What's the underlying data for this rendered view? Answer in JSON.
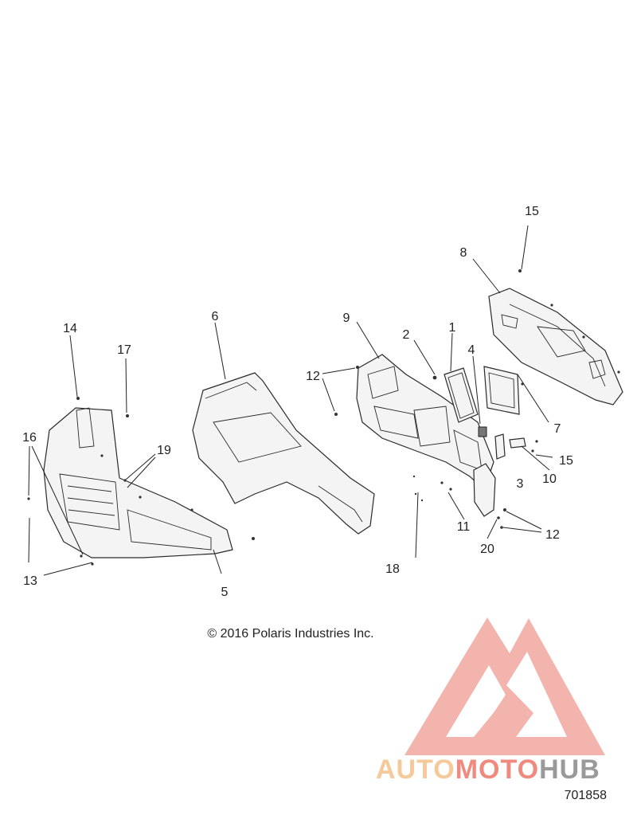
{
  "copyright": "© 2016 Polaris Industries Inc.",
  "figure_number": "701858",
  "watermark": {
    "part1": "AUTO",
    "part2": "MOTO",
    "part3": "HUB",
    "colors": {
      "auto": "#f6c99a",
      "moto": "#f08a7e",
      "hub": "#9a9a9a",
      "logo": "#f2a7a0"
    }
  },
  "callouts": {
    "c1": "1",
    "c2": "2",
    "c3": "3",
    "c4": "4",
    "c5": "5",
    "c6": "6",
    "c7": "7",
    "c8": "8",
    "c9": "9",
    "c10": "10",
    "c11": "11",
    "c12a": "12",
    "c12b": "12",
    "c13": "13",
    "c14": "14",
    "c15a": "15",
    "c15b": "15",
    "c16": "16",
    "c17": "17",
    "c18": "18",
    "c19": "19",
    "c20": "20"
  }
}
